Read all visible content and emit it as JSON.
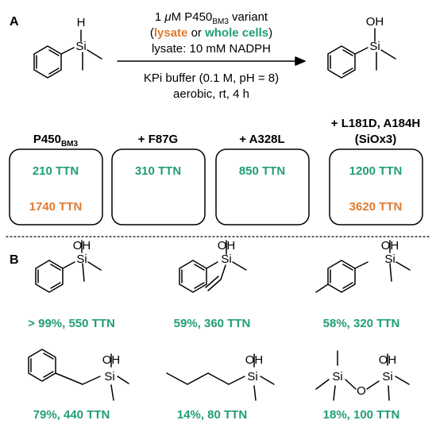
{
  "panel_a": {
    "label": "A",
    "conditions": {
      "line1_prefix": "1 ",
      "line1_mu": "μ",
      "line1_mid": "M P450",
      "line1_sub": "BM3",
      "line1_suffix": " variant",
      "line2_open": "(",
      "line2_lysate": "lysate",
      "line2_or": " or ",
      "line2_cells": "whole cells",
      "line2_close": ")",
      "line3": "lysate: 10 mM NADPH",
      "line4": "KPi buffer (0.1 M, pH = 8)",
      "line5": "aerobic, rt, 4 h"
    },
    "reactant_atoms": {
      "h": "H",
      "si": "Si"
    },
    "product_atoms": {
      "oh": "OH",
      "si": "Si"
    },
    "variants": [
      {
        "name": "P450",
        "name_sub": "BM3",
        "name_line2": "",
        "ttn_lysate": "210 TTN",
        "ttn_cells": "1740 TTN"
      },
      {
        "name": "+ F87G",
        "name_sub": "",
        "name_line2": "",
        "ttn_lysate": "310 TTN",
        "ttn_cells": ""
      },
      {
        "name": "+ A328L",
        "name_sub": "",
        "name_line2": "",
        "ttn_lysate": "850 TTN",
        "ttn_cells": ""
      },
      {
        "name": "+ L181D, A184H",
        "name_sub": "",
        "name_line2": "(SiOx3)",
        "ttn_lysate": "1200 TTN",
        "ttn_cells": "3620 TTN"
      }
    ]
  },
  "panel_b": {
    "label": "B",
    "products": [
      {
        "result": "> 99%, 550 TTN"
      },
      {
        "result": "59%, 360 TTN"
      },
      {
        "result": "58%, 320 TTN"
      },
      {
        "result": "79%, 440 TTN"
      },
      {
        "result": "14%, 80 TTN"
      },
      {
        "result": "18%, 100 TTN"
      }
    ],
    "atoms": {
      "oh": "OH",
      "si": "Si",
      "o": "O"
    }
  },
  "colors": {
    "green": "#1f9e77",
    "orange": "#e07b2e",
    "black": "#000000"
  }
}
